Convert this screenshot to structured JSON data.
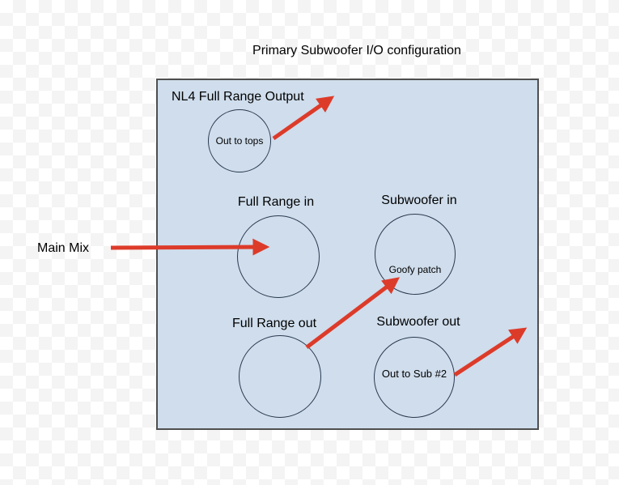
{
  "title": "Primary Subwoofer I/O configuration",
  "external_label": "Main Mix",
  "panel": {
    "header_label": "NL4 Full Range Output",
    "connectors": [
      {
        "id": "out-to-tops",
        "label": "",
        "inner_text": "Out to tops"
      },
      {
        "id": "full-range-in",
        "label": "Full Range in",
        "inner_text": ""
      },
      {
        "id": "subwoofer-in",
        "label": "Subwoofer in",
        "inner_text": "Goofy patch"
      },
      {
        "id": "full-range-out",
        "label": "Full Range out",
        "inner_text": ""
      },
      {
        "id": "subwoofer-out",
        "label": "Subwoofer out",
        "inner_text": "Out to Sub #2"
      }
    ]
  },
  "arrows": [
    {
      "name": "nl4-output-arrow",
      "from": "out-to-tops circle",
      "to": "upper right"
    },
    {
      "name": "main-mix-arrow",
      "from": "Main Mix label",
      "to": "full-range-in circle"
    },
    {
      "name": "goofy-patch-arrow",
      "from": "full-range-out circle",
      "to": "subwoofer-in circle"
    },
    {
      "name": "out-to-sub2-arrow",
      "from": "subwoofer-out circle",
      "to": "upper right"
    }
  ],
  "colors": {
    "text": "#000000",
    "panel_fill": "#cfddec",
    "panel_border": "#4f4f4f",
    "circle_stroke": "#2a3950",
    "arrow_red": "#dd3b2a",
    "checker_light": "#ffffff",
    "checker_dark": "#f4f4f4"
  }
}
